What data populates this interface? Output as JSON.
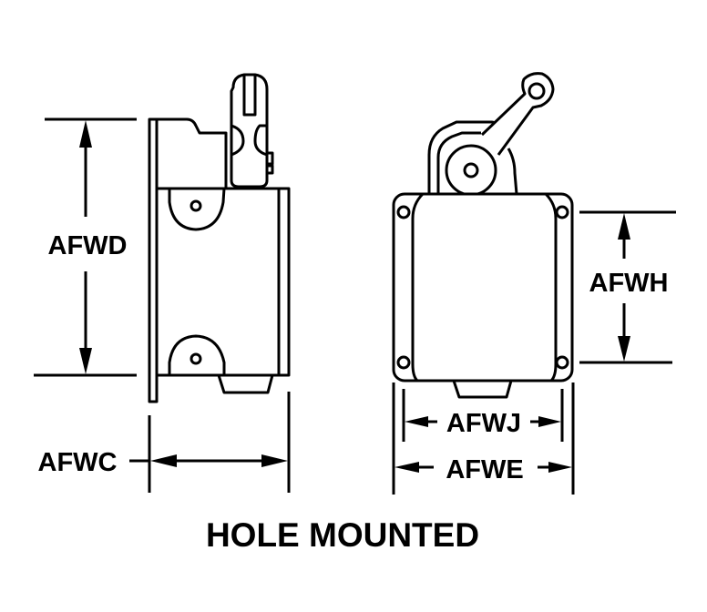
{
  "figure": {
    "title": "HOLE MOUNTED",
    "views": [
      {
        "id": "side",
        "description": "side view of hole-mounted limit switch with roller lever"
      },
      {
        "id": "front",
        "description": "front view of hole-mounted limit switch with four corner mounting holes"
      }
    ],
    "dimensions": {
      "afwd": "AFWD",
      "afwc": "AFWC",
      "afwh": "AFWH",
      "afwj": "AFWJ",
      "afwe": "AFWE"
    },
    "colors": {
      "line": "#000000",
      "background": "#ffffff"
    }
  }
}
